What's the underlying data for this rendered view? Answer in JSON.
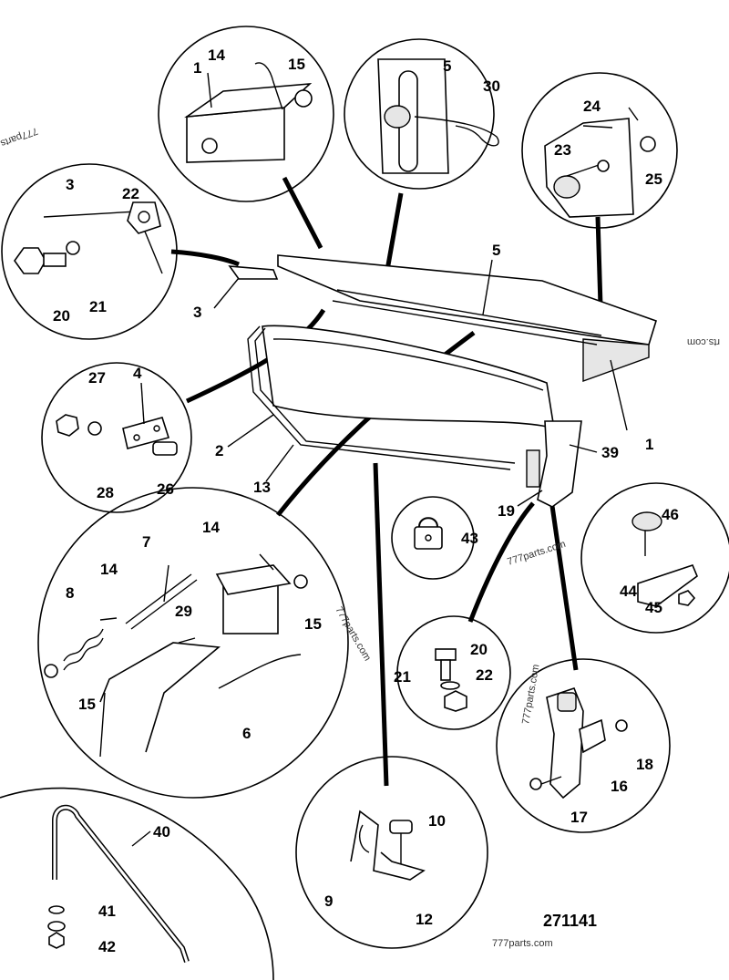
{
  "diagram_number": "271141",
  "watermarks": [
    "777parts.com",
    "777parts.com",
    "777parts.com",
    "777parts.com",
    "777parts",
    "rts.com"
  ],
  "callouts": {
    "c1_a": "1",
    "c14_a": "14",
    "c15_a": "15",
    "c5_a": "5",
    "c30": "30",
    "c24": "24",
    "c23": "23",
    "c25": "25",
    "c3_a": "3",
    "c22_a": "22",
    "c20_a": "20",
    "c21_a": "21",
    "c3_b": "3",
    "c5_b": "5",
    "c1_b": "1",
    "c27": "27",
    "c4": "4",
    "c28": "28",
    "c26": "26",
    "c2": "2",
    "c13": "13",
    "c39": "39",
    "c19": "19",
    "c43": "43",
    "c46": "46",
    "c44": "44",
    "c45": "45",
    "c14_b": "14",
    "c7": "7",
    "c14_c": "14",
    "c8": "8",
    "c29": "29",
    "c15_b": "15",
    "c15_c": "15",
    "c6": "6",
    "c20_b": "20",
    "c21_b": "21",
    "c22_b": "22",
    "c18": "18",
    "c16": "16",
    "c17": "17",
    "c40": "40",
    "c41": "41",
    "c42": "42",
    "c10": "10",
    "c9": "9",
    "c12": "12"
  }
}
